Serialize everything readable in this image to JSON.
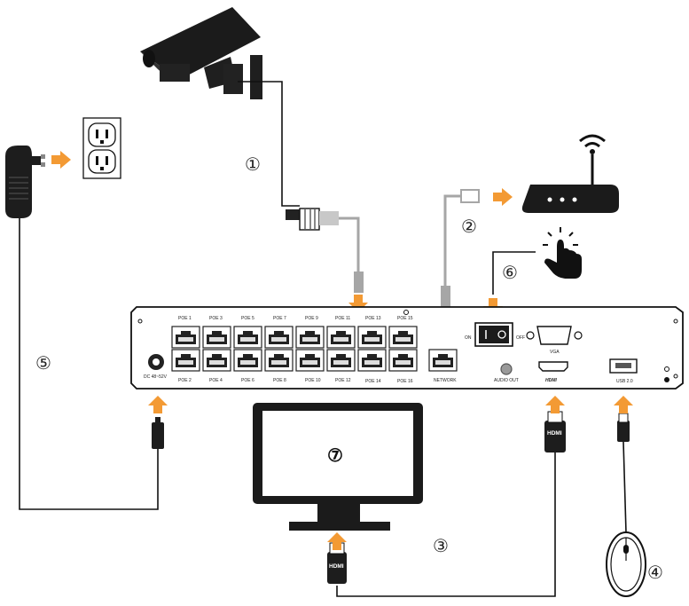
{
  "callouts": {
    "c1": "①",
    "c2": "②",
    "c3": "③",
    "c4": "④",
    "c5": "⑤",
    "c6": "⑥",
    "c7": "⑦"
  },
  "nvr": {
    "poe_top": [
      "POE 1",
      "POE 3",
      "POE 5",
      "POE 7",
      "POE 9",
      "POE 11",
      "POE 13",
      "POE 15"
    ],
    "poe_bottom": [
      "POE 2",
      "POE 4",
      "POE 6",
      "POE 8",
      "POE 10",
      "POE 12",
      "POE 14",
      "POE 16"
    ],
    "dc_label": "DC 48~52V",
    "network_label": "NETWORK",
    "switch_on": "ON",
    "switch_off": "OFF",
    "vga_label": "VGA",
    "audio_label": "AUDIO OUT",
    "hdmi_port_label": "HDMI",
    "usb_label": "USB 2.0"
  },
  "cables": {
    "hdmi_plug_1": "HDMI",
    "hdmi_plug_2": "HDMI"
  },
  "colors": {
    "arrow": "#f39a34",
    "cable_grey": "#a6a6a6",
    "ink": "#111111"
  }
}
